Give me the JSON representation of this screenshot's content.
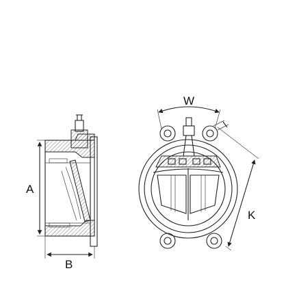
{
  "dimensions": {
    "height_label": "A",
    "length_label": "B",
    "width_label": "W",
    "bolt_circle_label": "K"
  },
  "colors": {
    "line": "#222222",
    "background": "#ffffff"
  }
}
